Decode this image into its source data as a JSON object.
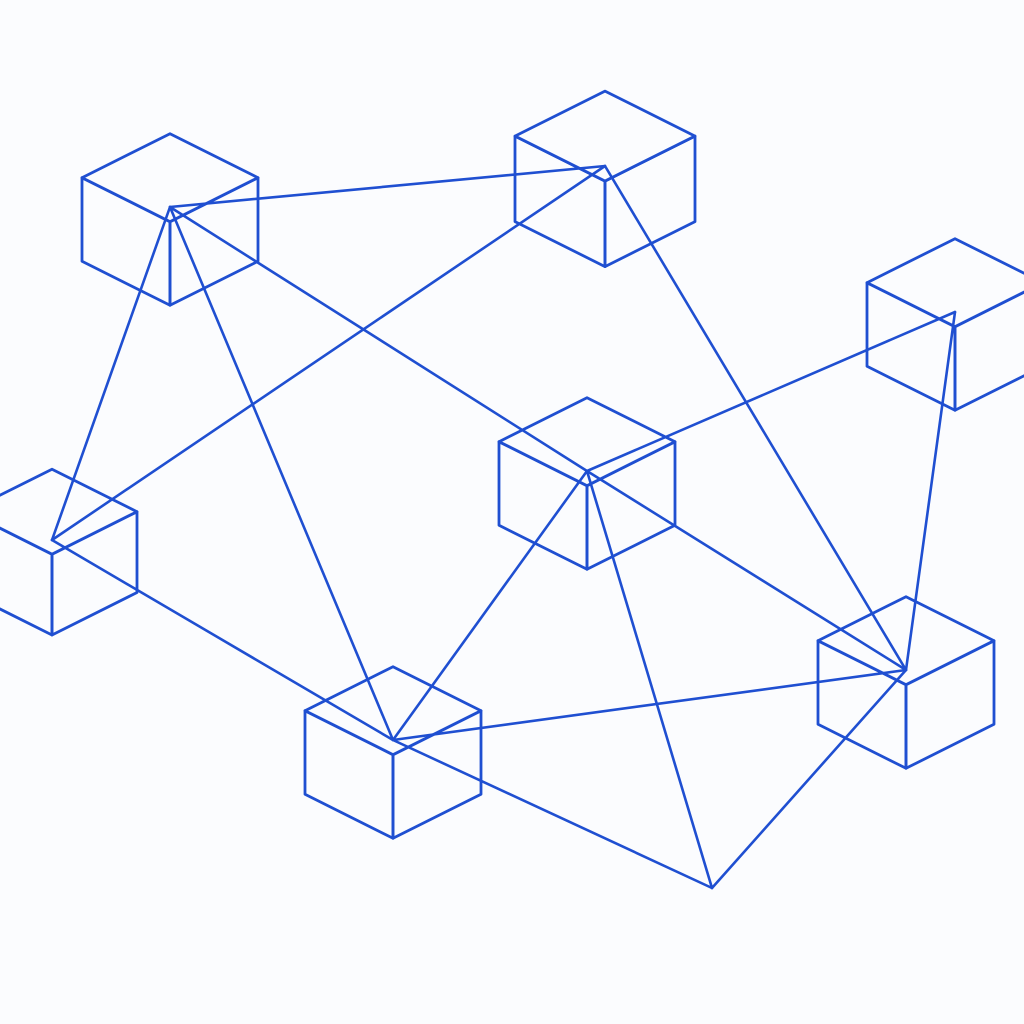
{
  "diagram": {
    "kind": "network-of-cubes",
    "style": "hand-drawn sketch",
    "colors": {
      "background": "#fbfcfe",
      "stroke": "#1f4fd1",
      "face_top": "#f6f8fe",
      "face_left": "#eef2fc",
      "face_right": "#e6ecfa"
    },
    "nodes": [
      {
        "id": "node-a"
      },
      {
        "id": "node-b"
      },
      {
        "id": "node-c"
      },
      {
        "id": "node-d"
      },
      {
        "id": "node-e"
      },
      {
        "id": "node-f"
      },
      {
        "id": "node-g"
      },
      {
        "id": "node-h"
      }
    ],
    "edges": [
      {
        "from": "node-a",
        "to": "node-b"
      },
      {
        "from": "node-a",
        "to": "node-d"
      },
      {
        "from": "node-a",
        "to": "node-e"
      },
      {
        "from": "node-a",
        "to": "node-g"
      },
      {
        "from": "node-b",
        "to": "node-d"
      },
      {
        "from": "node-b",
        "to": "node-f"
      },
      {
        "from": "node-c",
        "to": "node-e"
      },
      {
        "from": "node-c",
        "to": "node-f"
      },
      {
        "from": "node-d",
        "to": "node-g"
      },
      {
        "from": "node-e",
        "to": "node-g"
      },
      {
        "from": "node-e",
        "to": "node-f"
      },
      {
        "from": "node-e",
        "to": "node-h"
      },
      {
        "from": "node-g",
        "to": "node-f"
      },
      {
        "from": "node-g",
        "to": "node-h"
      },
      {
        "from": "node-f",
        "to": "node-h"
      }
    ]
  }
}
